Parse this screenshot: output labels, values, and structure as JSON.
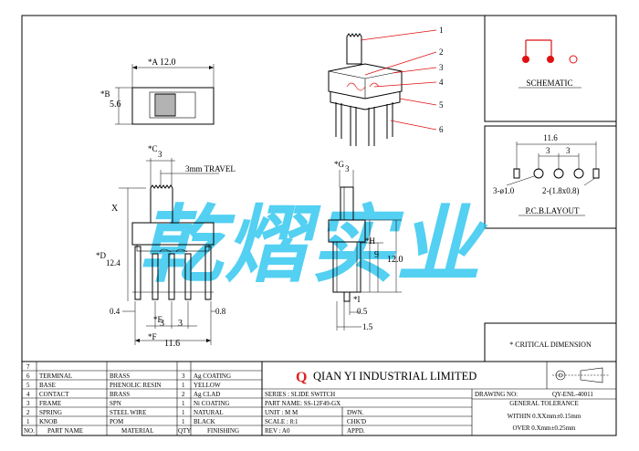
{
  "drawing": {
    "top_view": {
      "dim_a_label": "*A",
      "dim_a": "12.0",
      "dim_b_label": "*B",
      "dim_b": "5.6"
    },
    "front_view": {
      "dim_c_label": "*C",
      "dim_c": "3",
      "travel": "3mm TRAVEL",
      "x_label": "X",
      "dim_d_label": "*D",
      "dim_d": "12.4",
      "dim_e_label": "*E",
      "dim_f_label": "*F",
      "dim_f": "11.6",
      "left_offset": "0.4",
      "right_offset": "0.8",
      "pitch_1": "3",
      "pitch_2": "3"
    },
    "side_view": {
      "dim_g_label": "*G",
      "dim_g": "3",
      "dim_h_label": "*H",
      "dim_9": "9",
      "dim_12": "12.0",
      "dim_i_label": "*I",
      "dim_05": "0.5",
      "dim_15": "1.5"
    },
    "iso_view": {
      "callouts": [
        "1",
        "2",
        "3",
        "4",
        "5",
        "6"
      ]
    },
    "schematic": {
      "title": "SCHEMATIC"
    },
    "pcb": {
      "title": "P.C.B.LAYOUT",
      "width": "11.6",
      "pitch_1": "3",
      "pitch_2": "3",
      "hole_a": "3-ø1.0",
      "hole_b": "2-(1.8x0.8)"
    },
    "critical_note": "* CRITICAL DIMENSION",
    "watermark": "乾熠实业"
  },
  "bom": {
    "rows": [
      {
        "no": "7",
        "part": "",
        "material": "",
        "qty": "",
        "finishing": ""
      },
      {
        "no": "6",
        "part": "TERMINAL",
        "material": "BRASS",
        "qty": "3",
        "finishing": "Ag COATING"
      },
      {
        "no": "5",
        "part": "BASE",
        "material": "PHENOLIC RESIN",
        "qty": "1",
        "finishing": "YELLOW"
      },
      {
        "no": "4",
        "part": "CONTACT",
        "material": "BRASS",
        "qty": "2",
        "finishing": "Ag CLAD"
      },
      {
        "no": "3",
        "part": "FRAME",
        "material": "SPN",
        "qty": "1",
        "finishing": "Ni COATING"
      },
      {
        "no": "2",
        "part": "SPRING",
        "material": "STEEL WIRE",
        "qty": "1",
        "finishing": "NATURAL"
      },
      {
        "no": "1",
        "part": "KNOB",
        "material": "POM",
        "qty": "1",
        "finishing": "BLACK"
      }
    ],
    "header": {
      "no": "NO.",
      "part": "PART NAME",
      "material": "MATERIAL",
      "qty": "QTY",
      "finishing": "FINISHING"
    }
  },
  "title_block": {
    "logo_letter": "Q",
    "company": "QIAN YI INDUSTRIAL LIMITED",
    "drawing_no_label": "DRAWING NO:",
    "drawing_no": "QY-ENL-40011",
    "series": "SERIES : SLIDE SWITCH",
    "part_name": "PART NAME: SS-12F49-GX",
    "unit": "UNIT : M M",
    "scale": "SCALE : 8:1",
    "rev": "REV  : A0",
    "dwn": "DWN.",
    "chkd": "CHK'D",
    "appd": "APPD.",
    "tolerance_title": "GENERAL TOLERANCE",
    "tol_1": "WITHIN 0.XXmm±0.15mm",
    "tol_2": "OVER   0.Xmm±0.25mm"
  }
}
